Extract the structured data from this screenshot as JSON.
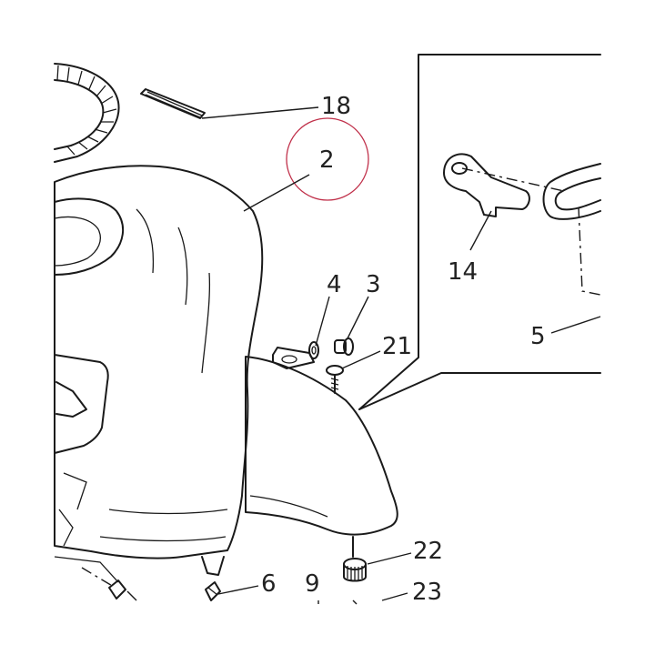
{
  "callouts": {
    "c18": "18",
    "c2": "2",
    "c14": "14",
    "c4": "4",
    "c3": "3",
    "c5": "5",
    "c21": "21",
    "c22": "22",
    "c6": "6",
    "c9": "9",
    "c23": "23"
  },
  "colors": {
    "tank_fill": "#9a9a9a",
    "tank_shade": "#8a8a8a",
    "tank_light": "#b4b4b4",
    "ink": "#1a1a1a",
    "highlight_circle": "#c0304a",
    "background": "#ffffff"
  }
}
